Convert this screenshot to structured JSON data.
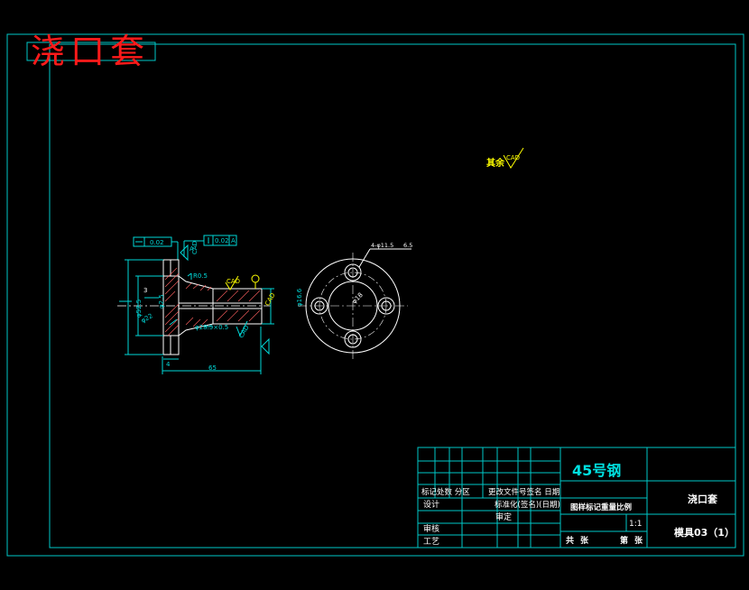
{
  "drawing": {
    "title": "浇口套",
    "surface_note": "其余",
    "surface_symbol_text": "CAD",
    "colors": {
      "background": "#000000",
      "frame": "#00c8c8",
      "geometry": "#ffffff",
      "dimension": "#00d8d8",
      "note": "#ffff00",
      "title": "#ff1a1a",
      "hatch": "#ff6060"
    }
  },
  "side_view": {
    "tol_flatness": "0.02",
    "tol_perp_value": "0.02",
    "tol_perp_datum": "A",
    "datum_label": "A",
    "dims": {
      "radius": "R0.5",
      "offset": "3",
      "outer_dia": "φ52.5",
      "inner_dia": "φ22",
      "hole": "φ2.5",
      "thread": "φ28.5×0.5",
      "tip_dia": "φ16.6",
      "flange_thk": "4",
      "length": "65"
    },
    "cad": [
      "CAD",
      "CAD",
      "CAD",
      "CAD"
    ]
  },
  "front_view": {
    "hole_callout": "4-φ11.5",
    "hole_depth": "6.5",
    "center_dia": "φ18"
  },
  "title_block": {
    "material": "45号钢",
    "part_name": "浇口套",
    "drawing_no": "模具03（1）",
    "scale": "1:1",
    "row_mark": "标记处数 分区",
    "row_change": "更改文件号签名 日期",
    "design": "设计",
    "standardize": "标准化(签名)(日期)",
    "approve_col": "审定",
    "check": "审核",
    "process": "工艺",
    "stage_header": "图样标记重量比例",
    "sheets_total": "共",
    "sheets_label": "张",
    "sheet_no": "第",
    "sheet_label": "张"
  }
}
